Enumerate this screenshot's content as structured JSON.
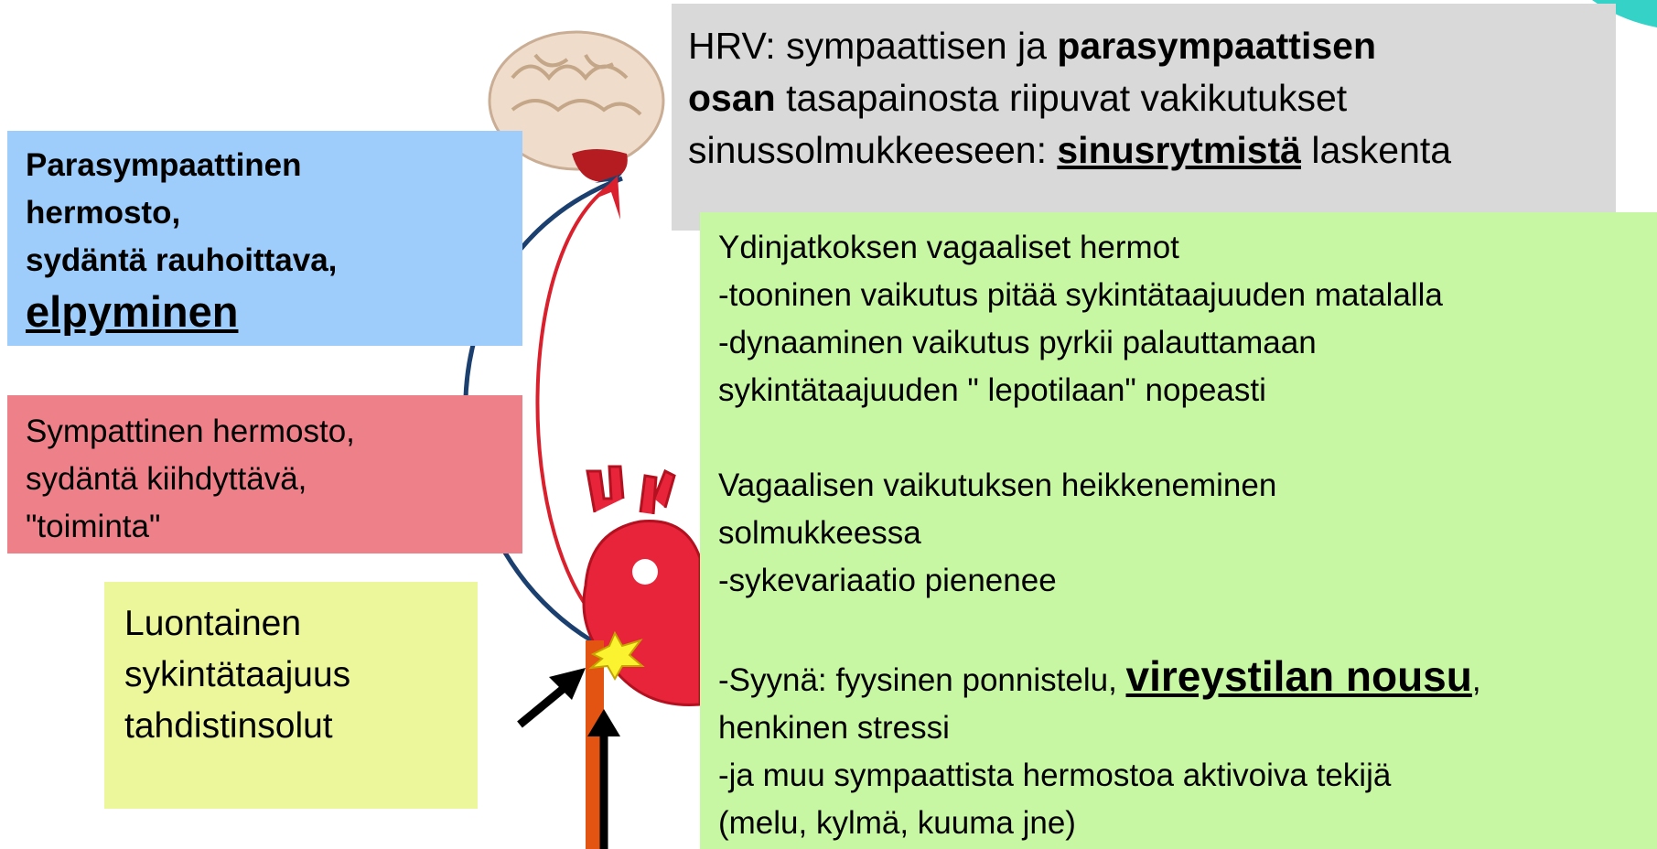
{
  "hrv_box": {
    "prefix": "HRV: sympaattisen ja ",
    "bold1": "parasympaattisen",
    "bold2": "osan",
    "rest1": " tasapainosta riipuvat vakikutukset",
    "line3_pre": "sinussolmukkeeseen: ",
    "line3_bold": "sinusrytmistä",
    "line3_post": " laskenta"
  },
  "parasympathetic": {
    "line1": "Parasympaattinen",
    "line2": "hermosto,",
    "line3": "sydäntä rauhoittava,",
    "line4": "elpyminen"
  },
  "sympathetic": {
    "line1": "Sympattinen hermosto,",
    "line2": "sydäntä kiihdyttävä,",
    "line3": "\"toiminta\""
  },
  "intrinsic": {
    "line1": "Luontainen",
    "line2": "sykintätaajuus",
    "line3": "tahdistinsolut"
  },
  "green_box": {
    "l1": "Ydinjatkoksen vagaaliset hermot",
    "l2": "-tooninen vaikutus pitää sykintätaajuuden matalalla",
    "l3": "-dynaaminen vaikutus pyrkii palauttamaan",
    "l4": "sykintätaajuuden \" lepotilaan\" nopeasti",
    "l5": "Vagaalisen vaikutuksen heikkeneminen",
    "l6": "solmukkeessa",
    "l7": "-sykevariaatio pienenee",
    "l8_pre": "-Syynä: fyysinen ponnistelu, ",
    "l8_big": "vireystilan nousu",
    "l8_post": ",",
    "l9": "henkinen stressi",
    "l10": "-ja muu sympaattista hermostoa aktivoiva tekijä",
    "l11": "(melu, kylmä, kuuma jne)"
  },
  "colors": {
    "blue_box": "#9fcdfb",
    "red_box": "#ed8089",
    "yellow_box": "#ecf79c",
    "green_box": "#c8f7a4",
    "gray_box": "#d9d9d9",
    "nerve_blue": "#1b3f6e",
    "nerve_red": "#d9202c"
  },
  "icons": [
    "brain-icon",
    "heart-icon",
    "spark-icon",
    "arrow-icon"
  ]
}
